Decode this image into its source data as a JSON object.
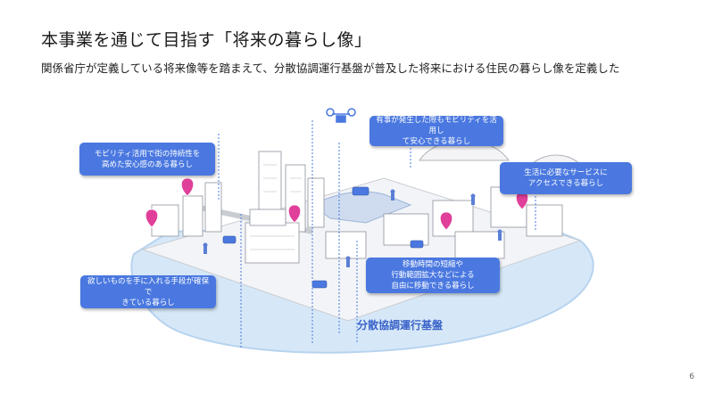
{
  "slide": {
    "title": "本事業を通じて目指す「将来の暮らし像」",
    "subtitle": "関係省庁が定義している将来像等を踏まえて、分散協調運行基盤が普及した将来における住民の暮らし像を定義した",
    "page_number": "6"
  },
  "callouts": {
    "mobility_sustainability": {
      "line1": "モビリティ活用で街の持続性を",
      "line2": "高めた安心感のある暮らし"
    },
    "emergency": {
      "line1": "有事が発生した際もモビリティを活用し",
      "line2": "て安心できる暮らし"
    },
    "services": {
      "line1": "生活に必要なサービスに",
      "line2": "アクセスできる暮らし"
    },
    "goods": {
      "line1": "欲しいものを手に入れる手段が確保で",
      "line2": "きている暮らし"
    },
    "movement": {
      "line1": "移動時間の短縮や",
      "line2": "行動範囲拡大などによる",
      "line3": "自由に移動できる暮らし"
    }
  },
  "illustration": {
    "base_label": "分散協調運行基盤",
    "accent_color": "#4a78e0",
    "pin_color": "#e0409a",
    "base_color": "#d6e8f8"
  }
}
